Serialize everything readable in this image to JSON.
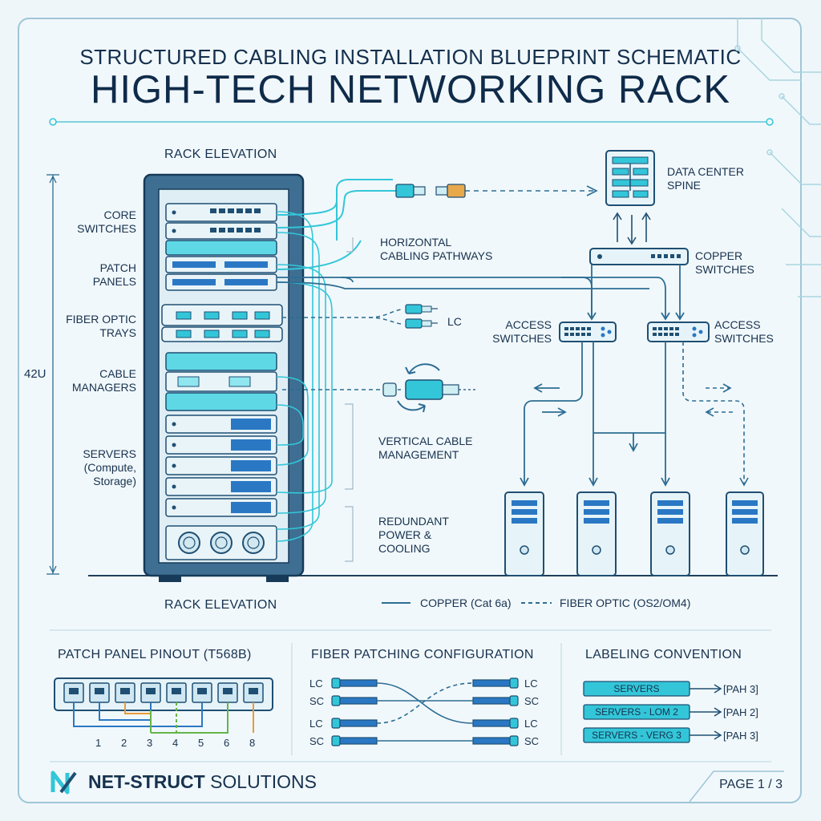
{
  "header": {
    "subtitle": "STRUCTURED CABLING INSTALLATION BLUEPRINT SCHEMATIC",
    "title": "HIGH-TECH NETWORKING RACK"
  },
  "rack": {
    "top_label": "RACK ELEVATION",
    "bottom_label": "RACK ELEVATION",
    "height_label": "42U",
    "components": [
      {
        "line1": "CORE",
        "line2": "SWITCHES",
        "line3": ""
      },
      {
        "line1": "PATCH",
        "line2": "PANELS",
        "line3": ""
      },
      {
        "line1": "FIBER OPTIC",
        "line2": "TRAYS",
        "line3": ""
      },
      {
        "line1": "CABLE",
        "line2": "MANAGERS",
        "line3": ""
      },
      {
        "line1": "SERVERS",
        "line2": "(Compute,",
        "line3": "Storage)"
      }
    ]
  },
  "network": {
    "spine_line1": "DATA CENTER",
    "spine_line2": "SPINE",
    "copper_switches_line1": "COPPER",
    "copper_switches_line2": "SWITCHES",
    "access_left_line1": "ACCESS",
    "access_left_line2": "SWITCHES",
    "access_right_line1": "ACCESS",
    "access_right_line2": "SWITCHES",
    "horizontal_line1": "HORIZONTAL",
    "horizontal_line2": "CABLING PATHWAYS",
    "lc_label": "LC",
    "vertical_line1": "VERTICAL CABLE",
    "vertical_line2": "MANAGEMENT",
    "power_line1": "REDUNDANT",
    "power_line2": "POWER &",
    "power_line3": "COOLING"
  },
  "legend": {
    "copper": "COPPER (Cat 6a)",
    "fiber": "FIBER OPTIC (OS2/OM4)"
  },
  "pinout": {
    "title": "PATCH PANEL PINOUT (T568B)",
    "pins": [
      "1",
      "2",
      "3",
      "4",
      "5",
      "6",
      "8"
    ]
  },
  "fiber_patching": {
    "title": "FIBER PATCHING CONFIGURATION",
    "left": [
      "LC",
      "SC",
      "LC",
      "SC"
    ],
    "right": [
      "LC",
      "SC",
      "LC",
      "SC"
    ]
  },
  "labeling": {
    "title": "LABELING CONVENTION",
    "rows": [
      {
        "tag": "SERVERS",
        "target": "[PAH 3]"
      },
      {
        "tag": "SERVERS - LOM 2",
        "target": "[PAH 2]"
      },
      {
        "tag": "SERVERS - VERG 3",
        "target": "[PAH 3]"
      }
    ]
  },
  "footer": {
    "brand_bold": "NET-STRUCT",
    "brand_rest": "SOLUTIONS",
    "page": "PAGE 1 / 3"
  },
  "colors": {
    "navy": "#1f4f73",
    "cyan": "#33c6d8",
    "line": "#2c6d93",
    "orange": "#e89a3a",
    "green": "#64b44a",
    "blue": "#2a78c4"
  }
}
